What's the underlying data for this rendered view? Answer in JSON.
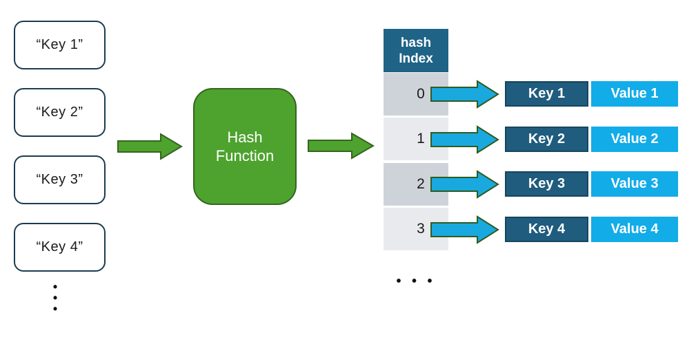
{
  "colors": {
    "green_fill": "#4DA32E",
    "green_border": "#35641F",
    "teal_header": "#1F6386",
    "teal_key_bucket": "#1F5C7D",
    "cyan_value_bucket": "#12ACE8",
    "cyan_arrow": "#19A9DF",
    "arrow_outline": "#2F5B1E",
    "row_dark_gray": "#CED3D9",
    "row_light_gray": "#E8EAED",
    "key_box_border": "#1B3B50"
  },
  "input_keys": {
    "items": [
      "“Key 1”",
      "“Key 2”",
      "“Key 3”",
      "“Key 4”"
    ],
    "ellipsis": "•\n•\n•"
  },
  "hash_function": {
    "label": "Hash Function"
  },
  "index_table": {
    "header_line1": "hash",
    "header_line2": "Index",
    "rows": [
      "0",
      "1",
      "2",
      "3"
    ],
    "ellipsis": "• • •"
  },
  "buckets": [
    {
      "key": "Key 1",
      "value": "Value 1"
    },
    {
      "key": "Key 2",
      "value": "Value 2"
    },
    {
      "key": "Key 3",
      "value": "Value 3"
    },
    {
      "key": "Key 4",
      "value": "Value 4"
    }
  ]
}
